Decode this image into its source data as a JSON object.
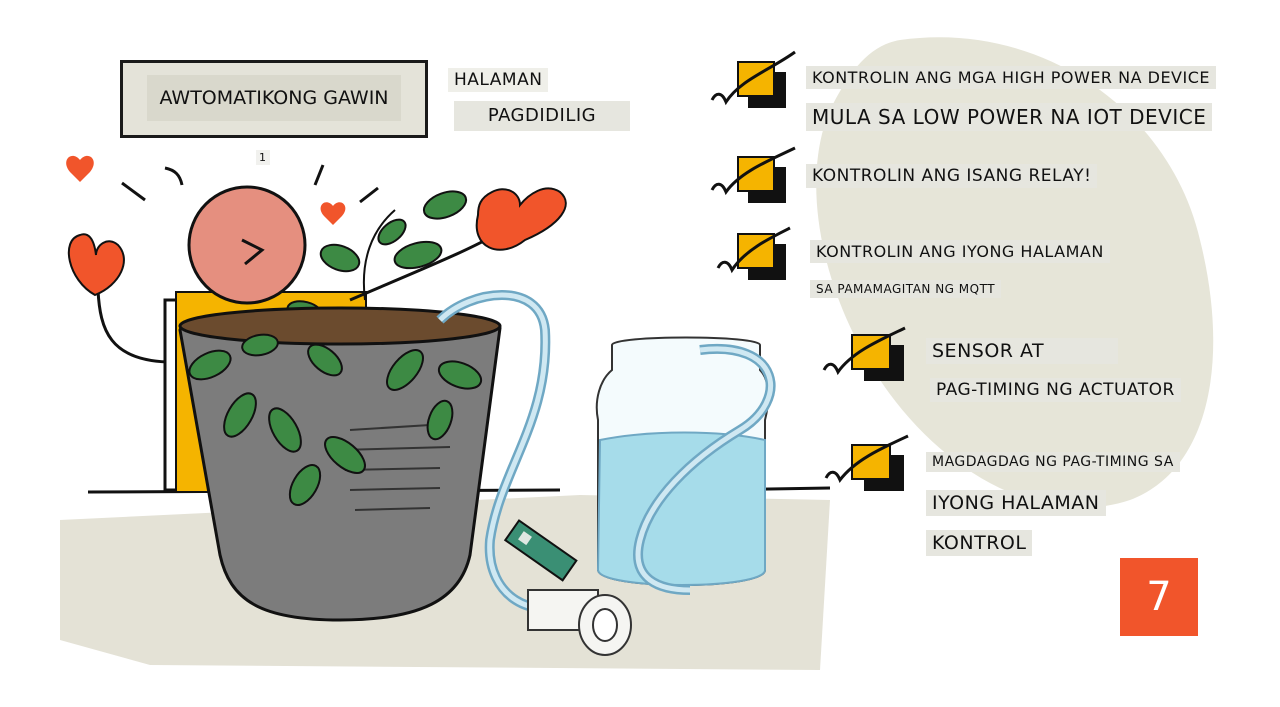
{
  "title": {
    "line1": "AWTOMATIKONG GAWIN",
    "line2": "HALAMAN",
    "line3": "PAGDIDILIG"
  },
  "footnote_marker": "1",
  "checklist": [
    {
      "line1": "KONTROLIN ANG MGA HIGH POWER NA DEVICE",
      "line2": "MULA SA LOW POWER NA IOT DEVICE"
    },
    {
      "line1": "KONTROLIN ANG ISANG RELAY!"
    },
    {
      "line1": "KONTROLIN ANG IYONG HALAMAN",
      "line2": "SA PAMAMAGITAN NG MQTT"
    },
    {
      "line1": "SENSOR AT",
      "line2": "PAG-TIMING NG ACTUATOR"
    },
    {
      "line1": "MAGDAGDAG NG PAG-TIMING SA",
      "line2": "IYONG HALAMAN",
      "line3": "KONTROL"
    }
  ],
  "lesson_number": "7",
  "colors": {
    "accent_orange": "#f1552b",
    "checkbox_yellow": "#f5b400",
    "blob": "#e6e5d8",
    "water": "#a6dcea"
  },
  "icons": [
    "heart-icon",
    "checkbox-icon",
    "plant-pot-illustration",
    "water-jar-illustration",
    "pump-illustration",
    "sensor-board-illustration"
  ]
}
